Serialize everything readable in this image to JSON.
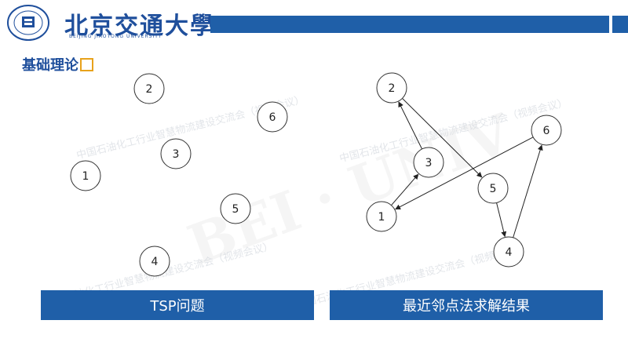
{
  "header": {
    "logo_text": "北京交通大學",
    "logo_subtext": "BEIJING JIAOTONG UNIVERSITY"
  },
  "section_title": "基础理论",
  "watermark_text": "中国石油化工行业智慧物流建设交流会（视频会议）",
  "left_diagram": {
    "caption": "TSP问题",
    "nodes": [
      {
        "id": "1"
      },
      {
        "id": "2"
      },
      {
        "id": "3"
      },
      {
        "id": "4"
      },
      {
        "id": "5"
      },
      {
        "id": "6"
      }
    ]
  },
  "right_diagram": {
    "caption": "最近邻点法求解结果",
    "nodes": [
      {
        "id": "1"
      },
      {
        "id": "2"
      },
      {
        "id": "3"
      },
      {
        "id": "4"
      },
      {
        "id": "5"
      },
      {
        "id": "6"
      }
    ],
    "edges": [
      {
        "from": "1",
        "to": "3"
      },
      {
        "from": "3",
        "to": "2"
      },
      {
        "from": "2",
        "to": "5"
      },
      {
        "from": "5",
        "to": "4"
      },
      {
        "from": "4",
        "to": "6"
      },
      {
        "from": "6",
        "to": "1"
      }
    ]
  },
  "colors": {
    "brand_blue": "#1f5fa8",
    "accent_orange": "#e8a21b"
  }
}
